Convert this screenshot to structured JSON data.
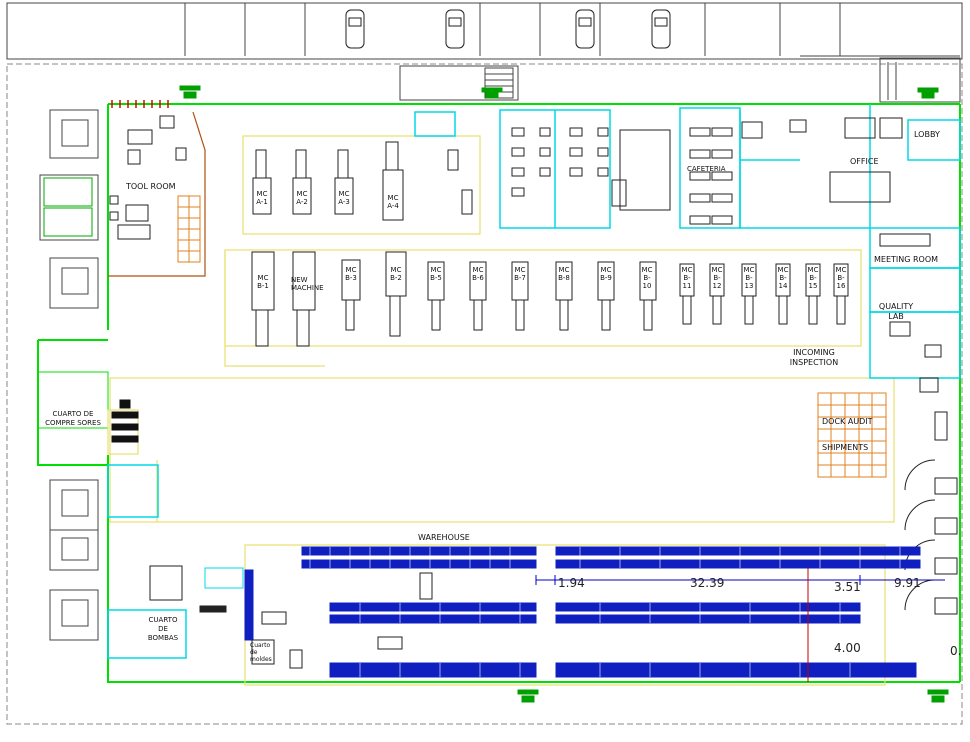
{
  "rooms": {
    "tool_room": "TOOL ROOM",
    "cafeteria": "CAFETERIA",
    "office": "OFFICE",
    "lobby": "LOBBY",
    "meeting_room": "MEETING ROOM",
    "quality_lab": "QUALITY LAB",
    "incoming_inspection": "INCOMING INSPECTION",
    "dock_audit": "DOCK AUDIT",
    "shipments": "SHIPMENTS",
    "cuarto_compresores": "CUARTO DE COMPRE SORES",
    "cuarto_bombas": "CUARTO DE BOMBAS",
    "warehouse": "WAREHOUSE",
    "cuarto_moldes": "Cuarto de moldes"
  },
  "machines_row_a": [
    "MC A-1",
    "MC A-2",
    "MC A-3",
    "MC A-4"
  ],
  "machines_row_b": [
    "MC B-1",
    "NEW MACHINE",
    "MC B-3",
    "MC B-2",
    "MC B-5",
    "MC B-6",
    "MC B-7",
    "MC B-8",
    "MC B-9",
    "MC B-10",
    "MC B-11",
    "MC B-12",
    "MC B-13",
    "MC B-14",
    "MC B-15",
    "MC B-16"
  ],
  "dimensions": {
    "d1": "1.94",
    "d2": "32.39",
    "d3": "3.51",
    "d4": "9.91",
    "d5": "4.00",
    "d6": "0."
  },
  "colors": {
    "wall": "#00e000",
    "partition": "#00d8e8",
    "machine_zone": "#e8e070",
    "rack": "#1020c0",
    "tool_room_wall": "#b05010",
    "dimension": "#0000c0",
    "dim_red": "#c00000",
    "door": "#e00000"
  }
}
